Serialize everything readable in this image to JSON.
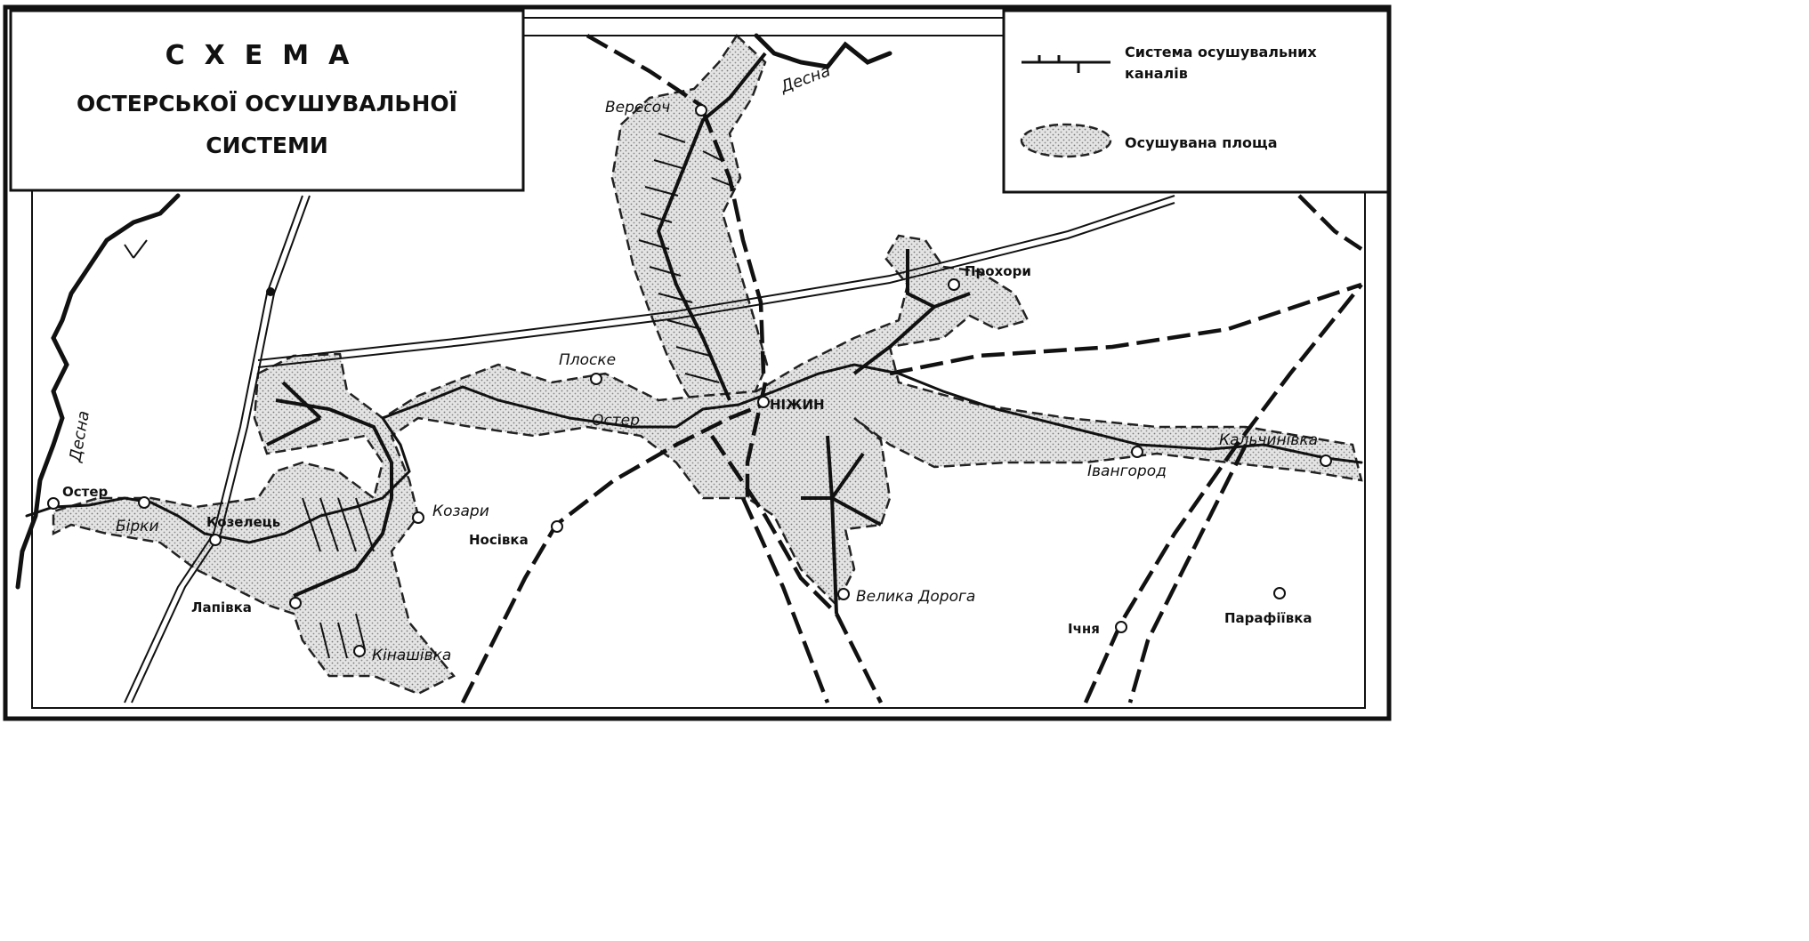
{
  "title": {
    "line1": "СХЕМА",
    "line2": "ОСТЕРСЬКОЇ ОСУШУВАЛЬНОЇ",
    "line3": "СИСТЕМИ"
  },
  "legend": {
    "canals_line1": "Система осушувальних",
    "canals_line2": "каналів",
    "area": "Осушувана площа"
  },
  "rivers": {
    "desna_top": "Десна",
    "desna_left": "Десна"
  },
  "places": {
    "veresoch": "Вересоч",
    "prokhory": "Прохори",
    "ploske": "Плоске",
    "oster_river": "Остер",
    "nizhyn": "НІЖИН",
    "kalchynivka": "Кальчинівка",
    "ivangorod": "Івангород",
    "oster_town": "Остер",
    "birky": "Бірки",
    "kozelets": "Козелець",
    "kozary": "Козари",
    "nosivka": "Носівка",
    "lanivka": "Лапівка",
    "kinashivka": "Кінашівка",
    "velyka_doroga": "Велика Дорога",
    "ichnia": "Ічня",
    "parafiivka": "Парафіївка"
  },
  "colors": {
    "ink": "#111111",
    "area_fill": "#d2d2d2",
    "paper": "#ffffff"
  }
}
